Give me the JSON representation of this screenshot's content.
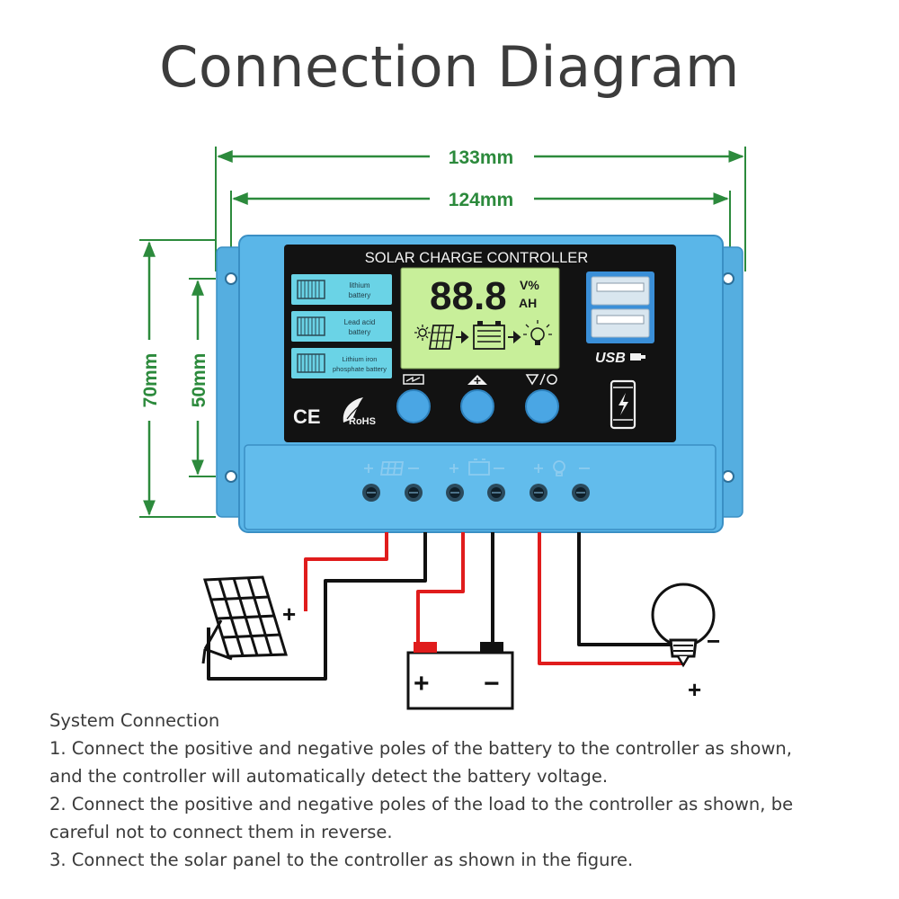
{
  "title": "Connection Diagram",
  "dimensions": {
    "outer_width": "133mm",
    "inner_width": "124mm",
    "outer_height": "70mm",
    "inner_height": "50mm"
  },
  "controller": {
    "header": "SOLAR CHARGE CONTROLLER",
    "battery_types": [
      {
        "label_line1": "lithium",
        "label_line2": "battery"
      },
      {
        "label_line1": "Lead acid",
        "label_line2": "battery"
      },
      {
        "label_line1": "Lithium iron",
        "label_line2": "phosphate battery"
      }
    ],
    "lcd_digits": "88.8",
    "lcd_unit_top": "V%",
    "lcd_unit_bottom": "AH",
    "usb_label": "USB",
    "ce_mark": "CE",
    "rohs_mark": "RoHS",
    "colors": {
      "body": "#5ab6e8",
      "panel": "#121212",
      "lcd": "#c8ef9a",
      "battery_label": "#6ad3e6",
      "button": "#4aa6e4",
      "dimension": "#2c8a3c",
      "positive_wire": "#e01c1c",
      "negative_wire": "#111111"
    }
  },
  "wiring": {
    "solar_plus": "+",
    "battery_plus": "+",
    "battery_minus": "−",
    "load_minus": "−",
    "load_plus": "+"
  },
  "instructions": {
    "heading": "System Connection",
    "step1_line1": "1. Connect the positive and negative poles of the battery to the controller as shown,",
    "step1_line2": "and the controller will automatically detect the battery voltage.",
    "step2_line1": "2. Connect the positive and negative poles of the load to the controller as shown, be",
    "step2_line2": "careful not to connect them in reverse.",
    "step3": "3. Connect the solar panel to the controller as shown in the figure."
  }
}
